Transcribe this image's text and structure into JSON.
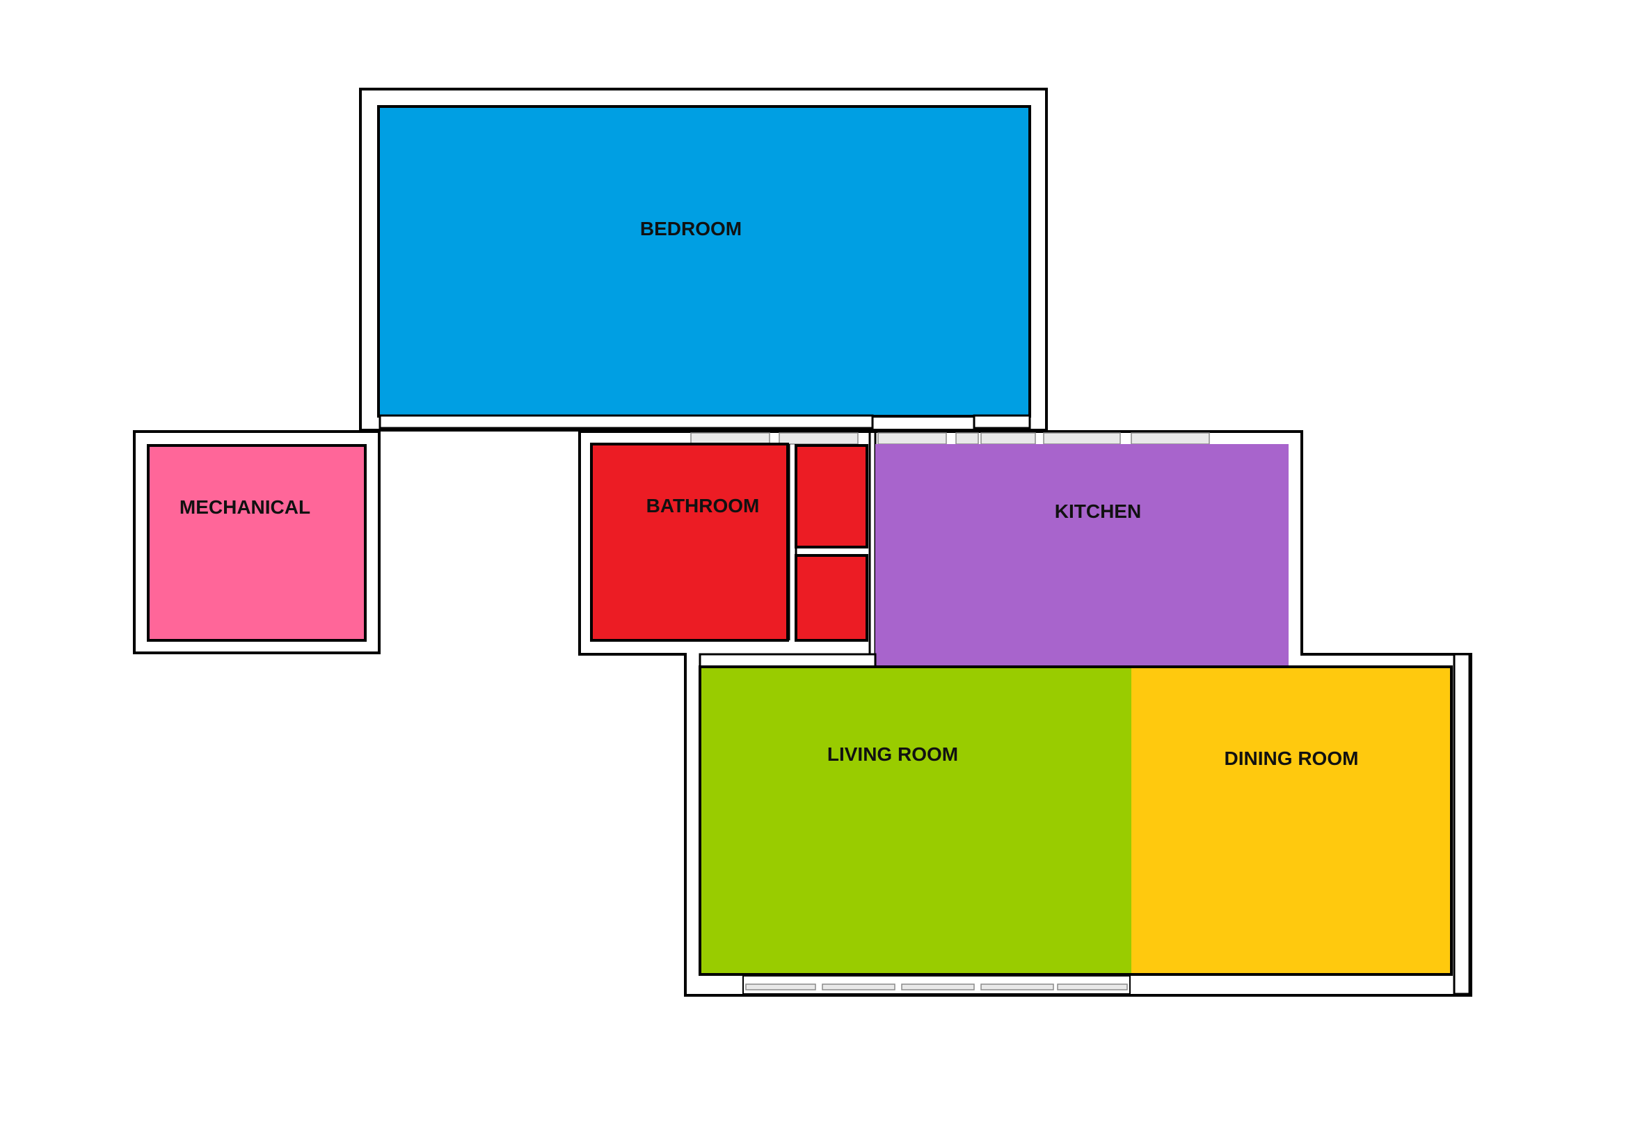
{
  "floor_plan": {
    "rooms": {
      "bedroom": {
        "label": "BEDROOM",
        "color": "#009FE3"
      },
      "mechanical": {
        "label": "MECHANICAL",
        "color": "#FF6699"
      },
      "bathroom": {
        "label": "BATHROOM",
        "color": "#EC1C24"
      },
      "kitchen": {
        "label": "KITCHEN",
        "color": "#A864CC"
      },
      "living_room": {
        "label": "LIVING ROOM",
        "color": "#99CC00"
      },
      "dining_room": {
        "label": "DINING ROOM",
        "color": "#FFC90E"
      }
    }
  }
}
